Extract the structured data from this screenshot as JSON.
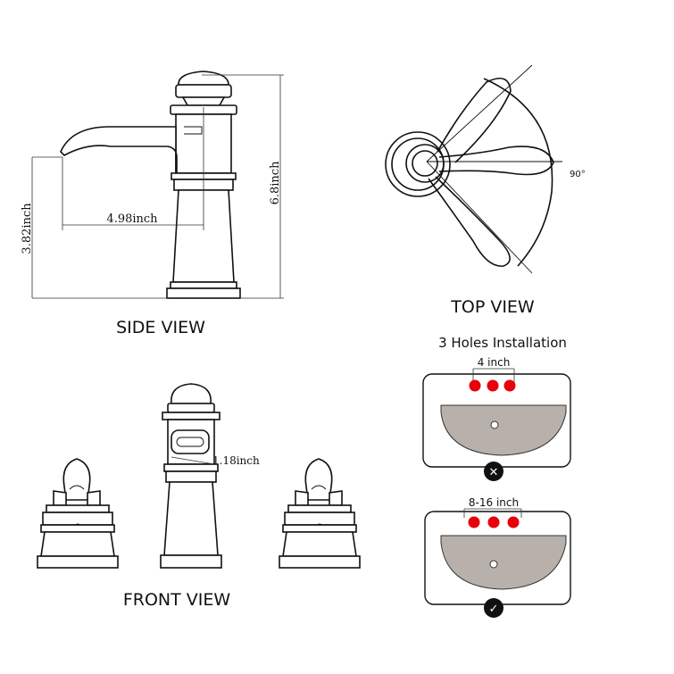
{
  "views": {
    "side": "SIDE VIEW",
    "top": "TOP VIEW",
    "front": "FRONT VIEW"
  },
  "dimensions": {
    "spout_reach": "4.98inch",
    "spout_height": "3.82inch",
    "total_height": "6.8inch",
    "spout_width": "1.18inch",
    "rotation": "90°"
  },
  "installation": {
    "title": "3 Holes Installation",
    "wrong_spacing": "4 inch",
    "right_spacing": "8-16 inch",
    "wrong_mark": "✕",
    "right_mark": "✓"
  },
  "colors": {
    "hole": "#e8000b",
    "basin": "#b8b1ab",
    "line": "#111111"
  }
}
